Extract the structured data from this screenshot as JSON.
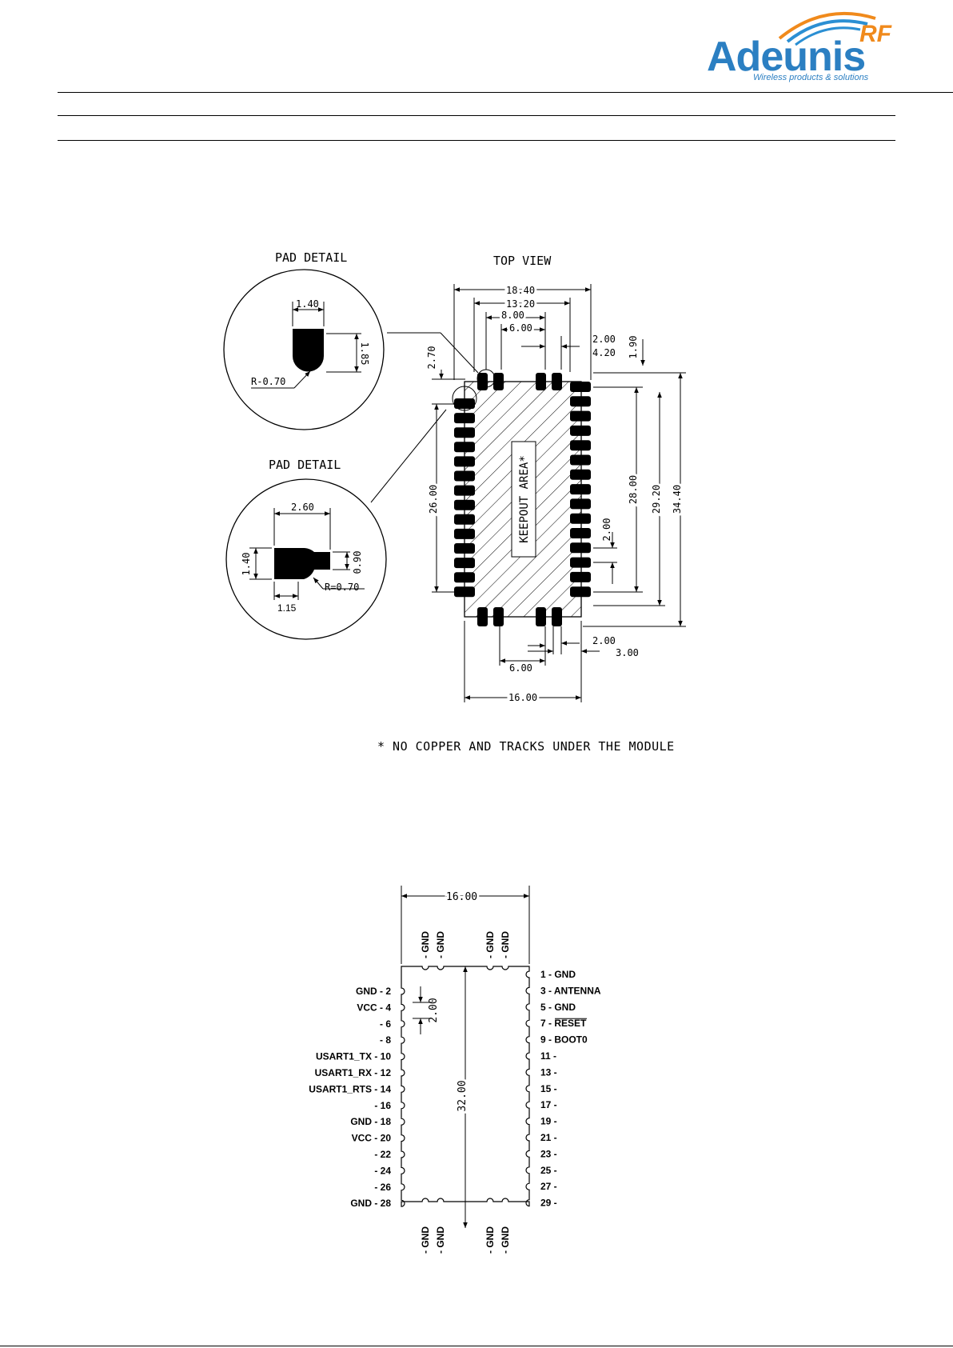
{
  "logo": {
    "brand": "Adeunis",
    "badge": "RF",
    "tagline": "Wireless products & solutions"
  },
  "footprint": {
    "title": "TOP VIEW",
    "pad_detail_1": {
      "title": "PAD DETAIL",
      "width": "1.40",
      "height": "1.85",
      "radius": "R-0.70"
    },
    "pad_detail_2": {
      "title": "PAD DETAIL",
      "length": "2.60",
      "height": "1.40",
      "tab_height": "0.90",
      "radius": "R=0.70",
      "neck": "1.15"
    },
    "keepout_label": "KEEPOUT AREA*",
    "dims": {
      "w18_40": "18.40",
      "w13_20": "13.20",
      "w8_00": "8.00",
      "w6_00_top": "6.00",
      "d2_00_top": "2.00",
      "d4_20": "4.20",
      "d1_90": "1.90",
      "d2_70": "2.70",
      "h26_00": "26.00",
      "h28_00": "28.00",
      "h29_20": "29.20",
      "h34_40": "34.40",
      "p2_00_right": "2.00",
      "d2_00_bottom": "2.00",
      "d3_00": "3.00",
      "w6_00_bottom": "6.00",
      "w16_00": "16.00"
    },
    "note": "* NO COPPER AND TRACKS UNDER THE MODULE"
  },
  "pinout": {
    "width": "16.00",
    "height": "32.00",
    "pitch": "2.00",
    "top_labels": [
      "- GND",
      "- GND",
      "- GND",
      "- GND"
    ],
    "bottom_labels": [
      "- GND",
      "- GND",
      "- GND",
      "- GND"
    ],
    "left_pins": [
      "GND - 2",
      "VCC - 4",
      "- 6",
      "- 8",
      "USART1_TX - 10",
      "USART1_RX - 12",
      "USART1_RTS - 14",
      "- 16",
      "GND - 18",
      "VCC - 20",
      "- 22",
      "- 24",
      "- 26",
      "GND - 28"
    ],
    "right_pins": [
      "1 - GND",
      "3 - ANTENNA",
      "5 - GND",
      "7 - RESET",
      "9 - BOOT0",
      "11 -",
      "13 -",
      "15 -",
      "17 -",
      "19 -",
      "21 -",
      "23 -",
      "25 -",
      "27 -",
      "29 -"
    ]
  }
}
